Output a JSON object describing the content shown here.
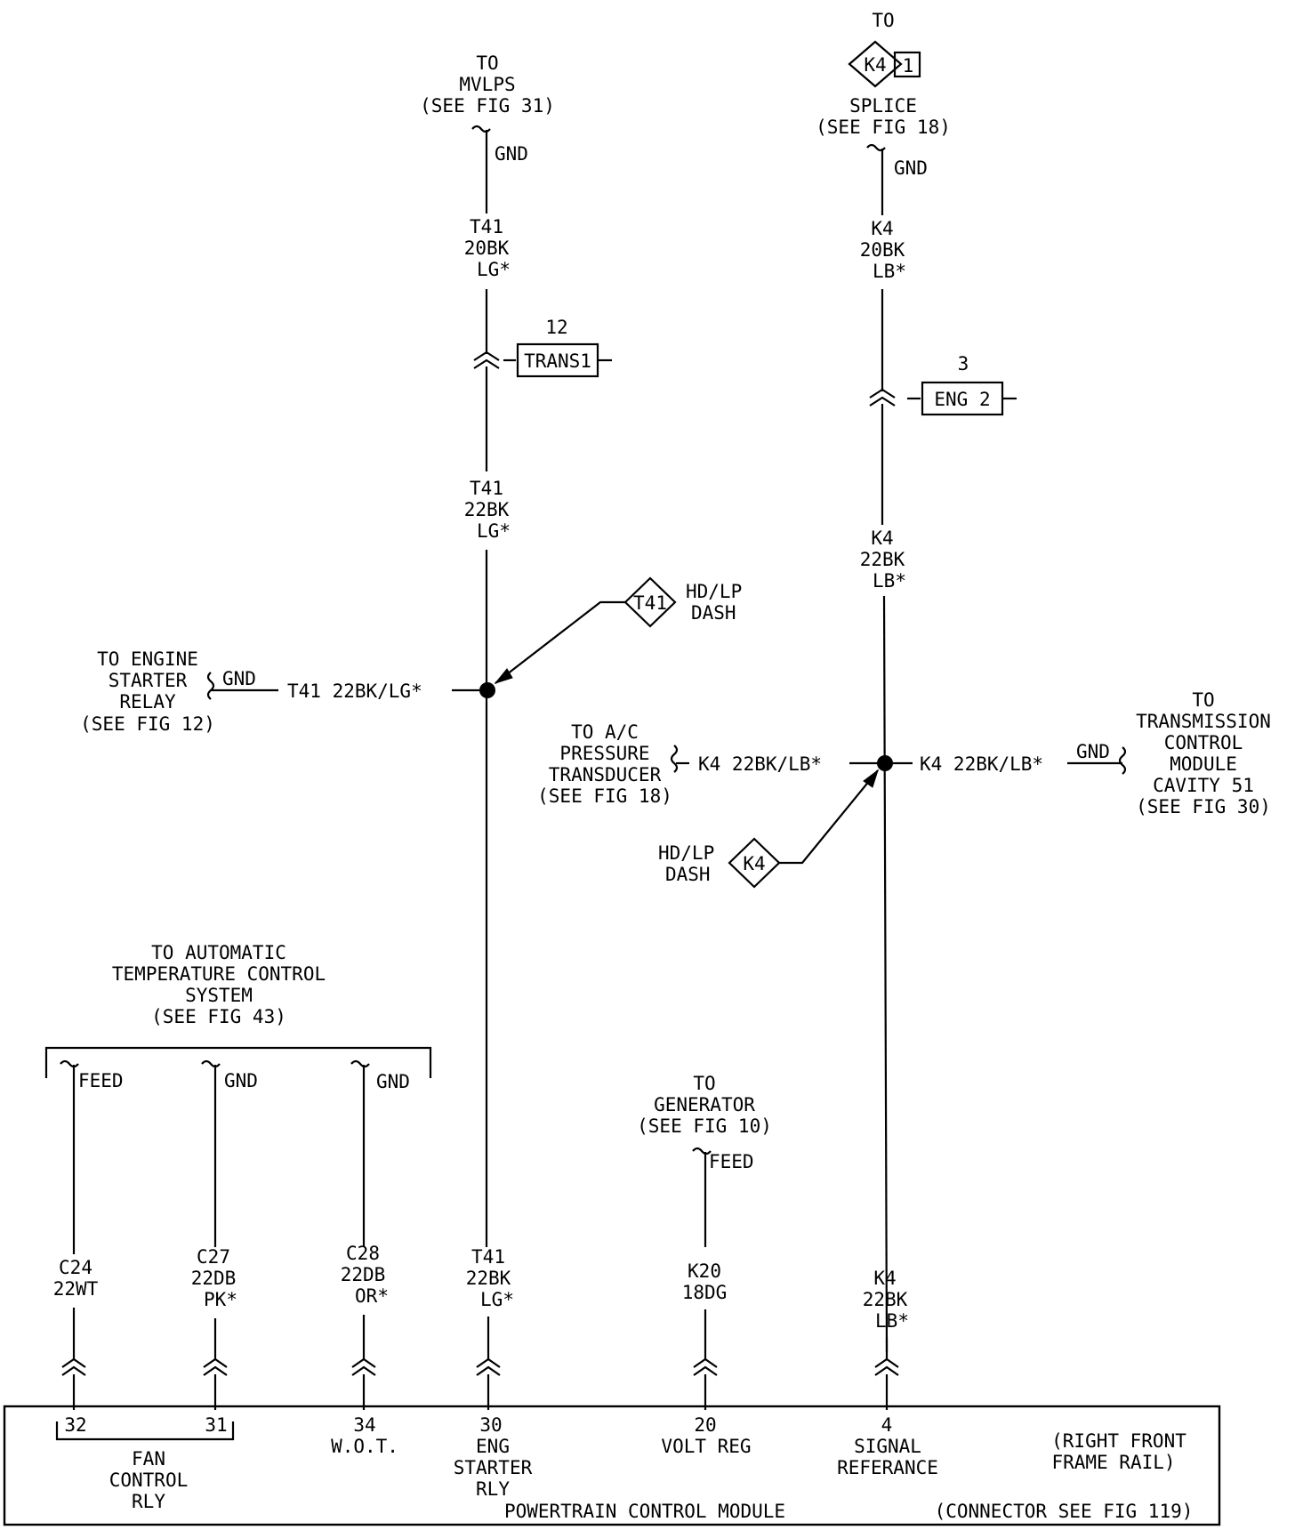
{
  "top_left": {
    "to": "TO",
    "dest": "MVLPS",
    "see": "(SEE FIG 31)",
    "gnd": "GND",
    "upper_wire": [
      "T41",
      "20BK",
      "LG*"
    ],
    "connector_num": "12",
    "connector_name": "TRANS1",
    "lower_wire": [
      "T41",
      "22BK",
      "LG*"
    ]
  },
  "top_right": {
    "to": "TO",
    "splice_id": "K4",
    "splice_num": "1",
    "splice_label": "SPLICE",
    "see": "(SEE FIG 18)",
    "gnd": "GND",
    "upper_wire": [
      "K4",
      "20BK",
      "LB*"
    ],
    "connector_num": "3",
    "connector_name": "ENG 2",
    "lower_wire": [
      "K4",
      "22BK",
      "LB*"
    ]
  },
  "left_splice": {
    "option_id": "T41",
    "option_label": [
      "HD/LP",
      "DASH"
    ],
    "branch_wire": "T41 22BK/LG*",
    "gnd": "GND",
    "dest": [
      "TO ENGINE",
      "STARTER",
      "RELAY",
      "(SEE FIG 12)"
    ]
  },
  "right_splice": {
    "left_wire": "K4 22BK/LB*",
    "left_dest": [
      "TO A/C",
      "PRESSURE",
      "TRANSDUCER",
      "(SEE FIG 18)"
    ],
    "right_wire": "K4 22BK/LB*",
    "right_gnd": "GND",
    "right_dest": [
      "TO",
      "TRANSMISSION",
      "CONTROL",
      "MODULE",
      "CAVITY 51",
      "(SEE FIG 30)"
    ],
    "option_id": "K4",
    "option_label": [
      "HD/LP",
      "DASH"
    ]
  },
  "atc": {
    "title": [
      "TO AUTOMATIC",
      "TEMPERATURE CONTROL",
      "SYSTEM",
      "(SEE FIG 43)"
    ],
    "feed": "FEED",
    "gnd1": "GND",
    "gnd2": "GND"
  },
  "generator": {
    "title": [
      "TO",
      "GENERATOR",
      "(SEE FIG 10)"
    ],
    "feed": "FEED"
  },
  "bottom_wires": [
    {
      "lines": [
        "C24",
        "22WT"
      ]
    },
    {
      "lines": [
        "C27",
        "22DB",
        "PK*"
      ]
    },
    {
      "lines": [
        "C28",
        "22DB",
        "OR*"
      ]
    },
    {
      "lines": [
        "T41",
        "22BK",
        "LG*"
      ]
    },
    {
      "lines": [
        "K20",
        "18DG"
      ]
    },
    {
      "lines": [
        "K4",
        "22BK",
        "LB*"
      ]
    }
  ],
  "pcm": {
    "pins": [
      {
        "num": "32",
        "label": []
      },
      {
        "num": "31",
        "label": []
      },
      {
        "num": "34",
        "label": [
          "W.O.T."
        ]
      },
      {
        "num": "30",
        "label": [
          "ENG",
          "STARTER",
          "RLY"
        ]
      },
      {
        "num": "20",
        "label": [
          "VOLT REG"
        ]
      },
      {
        "num": "4",
        "label": [
          "SIGNAL",
          "REFERANCE"
        ]
      }
    ],
    "fan_label": [
      "FAN",
      "CONTROL",
      "RLY"
    ],
    "location": [
      "(RIGHT FRONT",
      "FRAME RAIL)"
    ],
    "title": "POWERTRAIN CONTROL MODULE",
    "connector_ref": "(CONNECTOR SEE FIG 119)"
  }
}
